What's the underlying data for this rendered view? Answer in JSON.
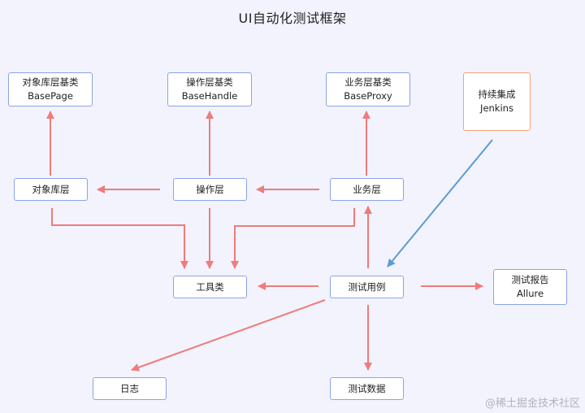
{
  "title": "UI自动化测试框架",
  "colors": {
    "background": "#f2f3fd",
    "box_border": "#8aa4e3",
    "highlight_border": "#f3a37a",
    "arrow_red": "#f07b7b",
    "arrow_blue": "#5b9bd5"
  },
  "nodes": {
    "object_base": {
      "line1": "对象库层基类",
      "line2": "BasePage"
    },
    "operation_base": {
      "line1": "操作层基类",
      "line2": "BaseHandle"
    },
    "business_base": {
      "line1": "业务层基类",
      "line2": "BaseProxy"
    },
    "jenkins": {
      "line1": "持续集成",
      "line2": "Jenkins"
    },
    "object_layer": {
      "label": "对象库层"
    },
    "operation_layer": {
      "label": "操作层"
    },
    "business_layer": {
      "label": "业务层"
    },
    "tools": {
      "label": "工具类"
    },
    "test_cases": {
      "label": "测试用例"
    },
    "report": {
      "line1": "测试报告",
      "line2": "Allure"
    },
    "logs": {
      "label": "日志"
    },
    "test_data": {
      "label": "测试数据"
    }
  },
  "watermark": "@稀土掘金技术社区"
}
